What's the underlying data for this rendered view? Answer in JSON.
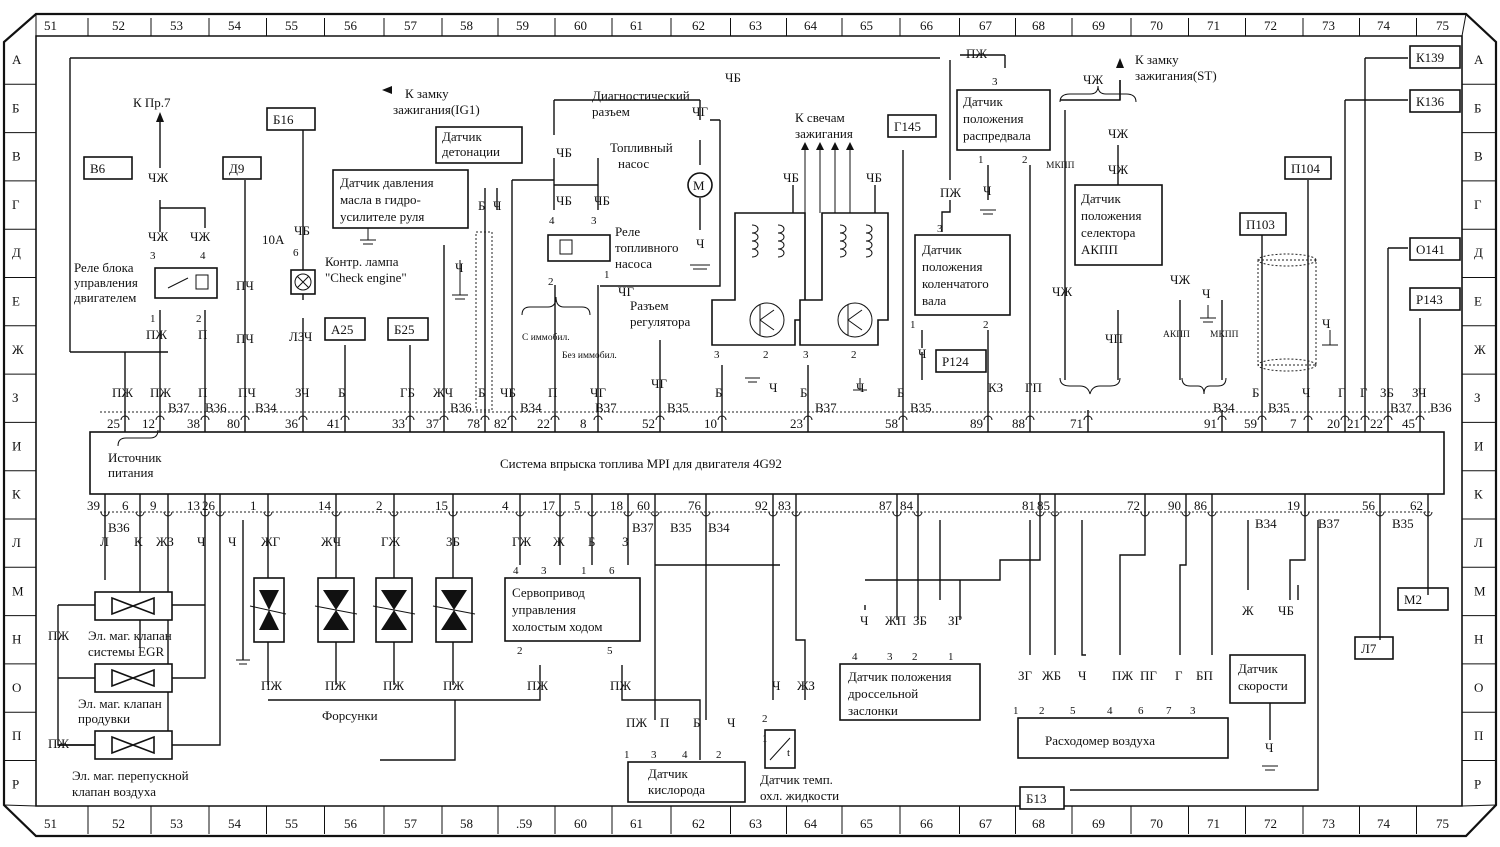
{
  "grid": {
    "columns": [
      "51",
      "52",
      "53",
      "54",
      "55",
      "56",
      "57",
      "58",
      "59",
      "60",
      "61",
      "62",
      "63",
      "64",
      "65",
      "66",
      "67",
      "68",
      "69",
      "70",
      "71",
      "72",
      "73",
      "74",
      "75"
    ],
    "bottom_columns": [
      "51",
      "52",
      "53",
      "54",
      "55",
      "56",
      "57",
      "58",
      ".59",
      "60",
      "61",
      "62",
      "63",
      "64",
      "65",
      "66",
      "67",
      "68",
      "69",
      "70",
      "71",
      "72",
      "73",
      "74",
      "75"
    ],
    "rows": [
      "А",
      "Б",
      "В",
      "Г",
      "Д",
      "Е",
      "Ж",
      "З",
      "И",
      "К",
      "Л",
      "М",
      "Н",
      "О",
      "П",
      "Р"
    ]
  },
  "ecu": {
    "title": "Система впрыска топлива MPI  для двигателя 4G92",
    "power_source": "Источник\nпитания",
    "top_pins": [
      "25",
      "12",
      "38",
      "80",
      "36",
      "41",
      "33",
      "37",
      "78",
      "82",
      "22",
      "8",
      "52",
      "10",
      "23",
      "58",
      "89",
      "88",
      "71",
      "91",
      "59",
      "7",
      "20",
      "21",
      "22",
      "45"
    ],
    "bottom_pins": [
      "39",
      "6",
      "9",
      "13",
      "26",
      "1",
      "14",
      "2",
      "15",
      "4",
      "17",
      "5",
      "18",
      "60",
      "76",
      "92",
      "83",
      "87",
      "84",
      "81",
      "85",
      "72",
      "90",
      "86",
      "19",
      "56",
      "62"
    ]
  },
  "connectors": [
    "В37",
    "В36",
    "В34",
    "В36",
    "В34",
    "В37",
    "В35",
    "В37",
    "В35",
    "В34",
    "В35",
    "В37",
    "В36",
    "В36",
    "В37",
    "В35",
    "В34",
    "В34",
    "В37",
    "В35"
  ],
  "ref_boxes": [
    "В6",
    "Д9",
    "Б16",
    "А25",
    "Б25",
    "Г145",
    "Р124",
    "К139",
    "К136",
    "П104",
    "П103",
    "О141",
    "Р143",
    "М2",
    "Л7",
    "Б13"
  ],
  "components": {
    "relay_ecu": "Реле блока\nуправления\nдвигателем",
    "to_pr7": "К Пр.7",
    "check_lamp": "Контр. лампа\n\"Check engine\"",
    "fuse": "10А",
    "power_steering": "Датчик давления\nмасла в гидро-\nусилителе руля",
    "knock": "Датчик\nдетонации",
    "ignition_ig1": "К замку\nзажигания(IG1)",
    "diag": "Диагностический\nразъем",
    "fuel_pump": "Топливный\nнасос",
    "fuel_relay": "Реле\nтопливного\nнасоса",
    "immo_with": "С иммобил.",
    "immo_without": "Без иммобил.",
    "regulator": "Разъем\nрегулятора",
    "spark": "К свечам\nзажигания",
    "cam": "Датчик\nположения\nраспредвала",
    "crank": "Датчик\nположения\nколенчатого\nвала",
    "ignition_st": "К замку\nзажигания(ST)",
    "selector": "Датчик\nположения\nселектора\nАКПП",
    "mkpp": "МКПП",
    "akpp": "АКПП",
    "egr": "Эл. маг. клапан\nсистемы EGR",
    "purge": "Эл. маг. клапан\nпродувки",
    "bypass": "Эл. маг. перепускной\nклапан воздуха",
    "injectors": "Форсунки",
    "idle": "Сервопривод\nуправления\nхолостым ходом",
    "oxygen": "Датчик\nкислорода",
    "coolant": "Датчик темп.\nохл. жидкости",
    "throttle": "Датчик положения\nдроссельной\nзаслонки",
    "airflow": "Расходомер воздуха",
    "speed": "Датчик\nскорости"
  }
}
